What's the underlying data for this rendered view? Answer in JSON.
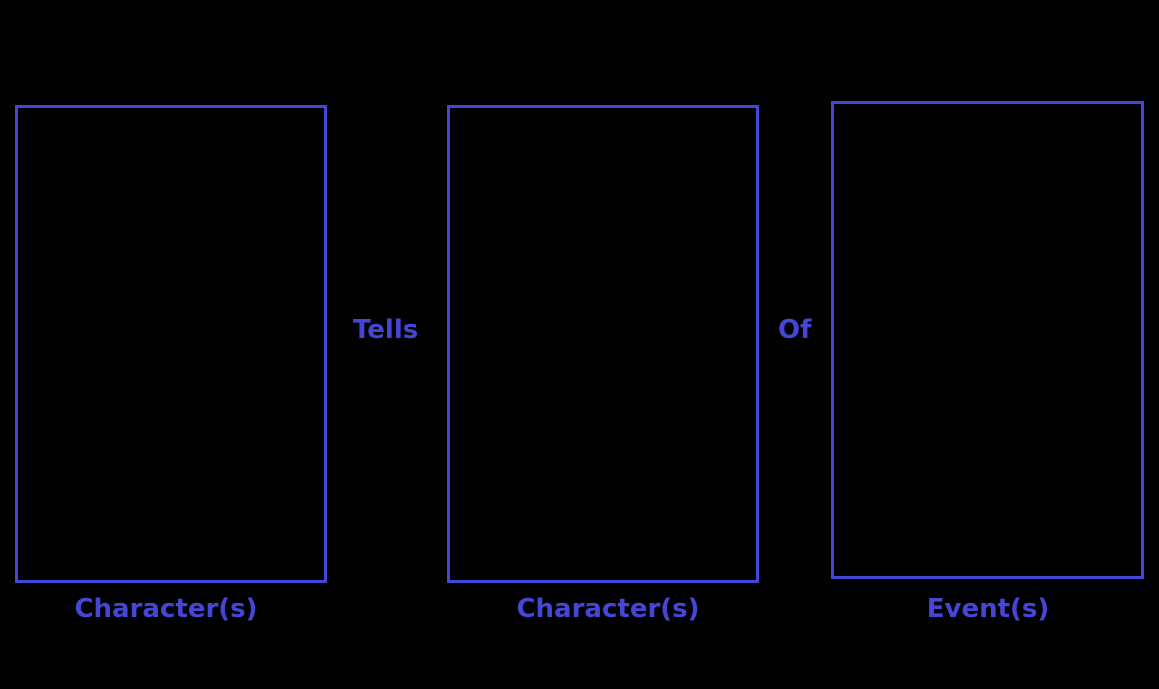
{
  "diagram": {
    "accent_color": "#4646d6",
    "background_color": "#000000",
    "boxes": [
      {
        "label": "Character(s)"
      },
      {
        "label": "Character(s)"
      },
      {
        "label": "Event(s)"
      }
    ],
    "connectors": [
      "Tells",
      "Of"
    ]
  }
}
